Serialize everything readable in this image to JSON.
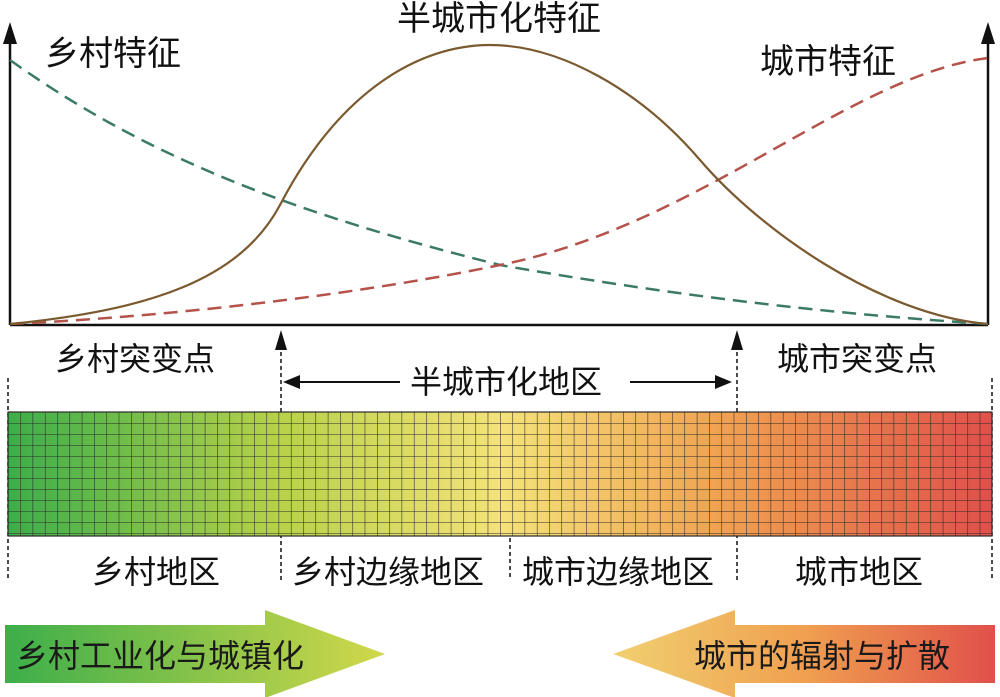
{
  "curves": {
    "rural_label": "乡村特征",
    "semi_label": "半城市化特征",
    "urban_label": "城市特征",
    "rural_color": "#3c7a68",
    "semi_color": "#7a5a2e",
    "urban_color": "#b5524a"
  },
  "transitions": {
    "rural_point": "乡村突变点",
    "urban_point": "城市突变点",
    "semi_region": "半城市化地区"
  },
  "regions": {
    "rural": "乡村地区",
    "rural_fringe": "乡村边缘地区",
    "urban_fringe": "城市边缘地区",
    "urban": "城市地区"
  },
  "bar": {
    "gradient": [
      "#3cae4a",
      "#b9d24a",
      "#f5e27a",
      "#f0a050",
      "#e0504a"
    ]
  },
  "arrows": {
    "left": "乡村工业化与城镇化",
    "right": "城市的辐射与扩散"
  }
}
